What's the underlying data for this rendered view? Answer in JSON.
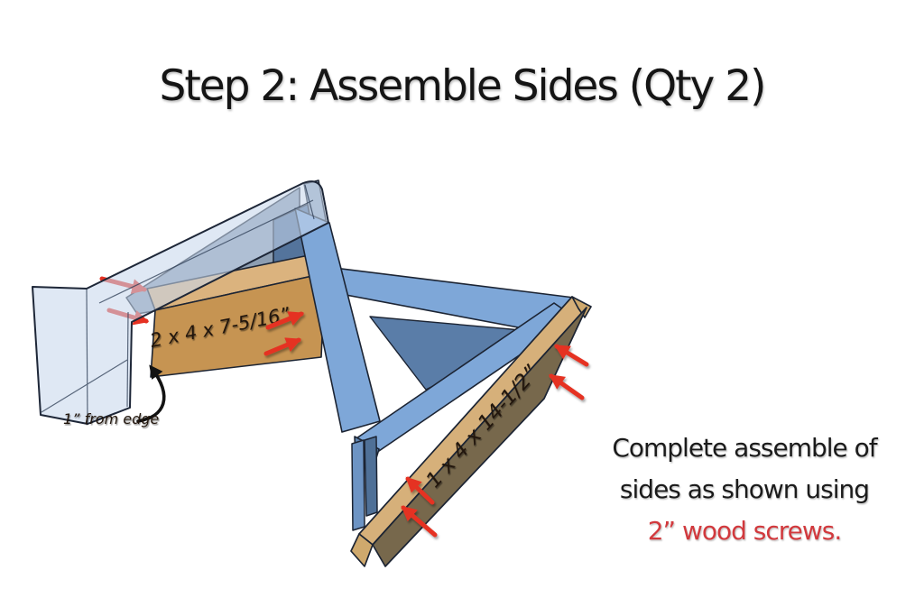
{
  "title": "Step 2: Assemble Sides (Qty 2)",
  "diagram": {
    "block_label": "2 x 4 x 7-5/16”",
    "board_label": "1 x 4 x 14-1/2”",
    "edge_note": "1” from edge"
  },
  "note": {
    "line1": "Complete assemble of",
    "line2": "sides as shown using",
    "line3": "2” wood screws."
  },
  "icons": {
    "screw_arrow": "red-arrow",
    "edge_arrow": "curved-black-arrow"
  },
  "colors": {
    "accent_red": "#d2393d",
    "arrow_red": "#e53122",
    "lumber_blue": "#7ea7d8",
    "lumber_blue_dark": "#5a7da8",
    "glass_blue": "#c8d7ec",
    "wood_tan_top": "#dbb37e",
    "wood_tan_face": "#c69452",
    "wood_dark_face": "#77684c",
    "outline": "#1c2433"
  }
}
